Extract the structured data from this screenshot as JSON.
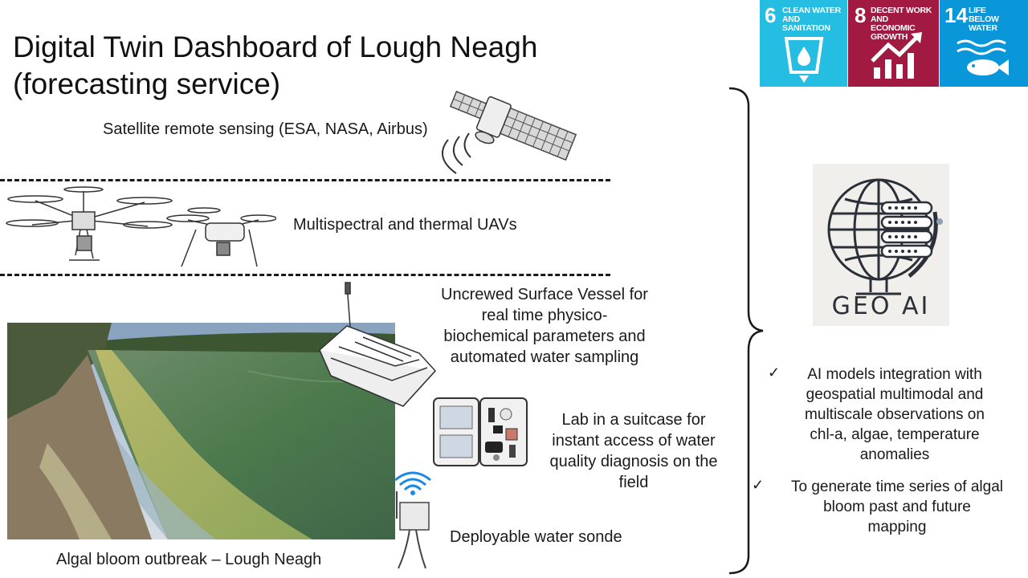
{
  "title": {
    "line1": "Digital Twin Dashboard of Lough Neagh",
    "line2": "(forecasting service)"
  },
  "sources": {
    "satellite": "Satellite remote sensing (ESA, NASA, Airbus)",
    "uav": "Multispectral and thermal UAVs",
    "usv": "Uncrewed Surface Vessel for real time physico-biochemical parameters and automated water sampling",
    "usv_lines": [
      "Uncrewed Surface Vessel for",
      "real time physico-",
      "biochemical parameters and",
      "automated water sampling"
    ],
    "lab_lines": [
      "Lab in a suitcase for",
      "instant access of water",
      "quality diagnosis on the",
      "field"
    ],
    "sonde": "Deployable water sonde"
  },
  "photo_caption": "Algal bloom outbreak – Lough Neagh",
  "geoai": {
    "logo_text": "GEO AI"
  },
  "outcomes": [
    {
      "check": "✓",
      "lines": [
        "AI models integration with",
        "geospatial multimodal and",
        "multiscale observations on",
        "chl-a, algae, temperature",
        "anomalies"
      ]
    },
    {
      "check": "✓",
      "lines": [
        "To generate time series of algal",
        "bloom past and future",
        "mapping"
      ]
    }
  ],
  "sdgs": [
    {
      "number": "6",
      "text_lines": [
        "CLEAN WATER",
        "AND SANITATION"
      ],
      "color": "#26BDE2",
      "icon": "water-glass-icon"
    },
    {
      "number": "8",
      "text_lines": [
        "DECENT WORK AND",
        "ECONOMIC GROWTH"
      ],
      "color": "#A21942",
      "icon": "growth-chart-icon"
    },
    {
      "number": "14",
      "text_lines": [
        "LIFE",
        "BELOW WATER"
      ],
      "color": "#0A97D9",
      "icon": "fish-icon"
    }
  ]
}
